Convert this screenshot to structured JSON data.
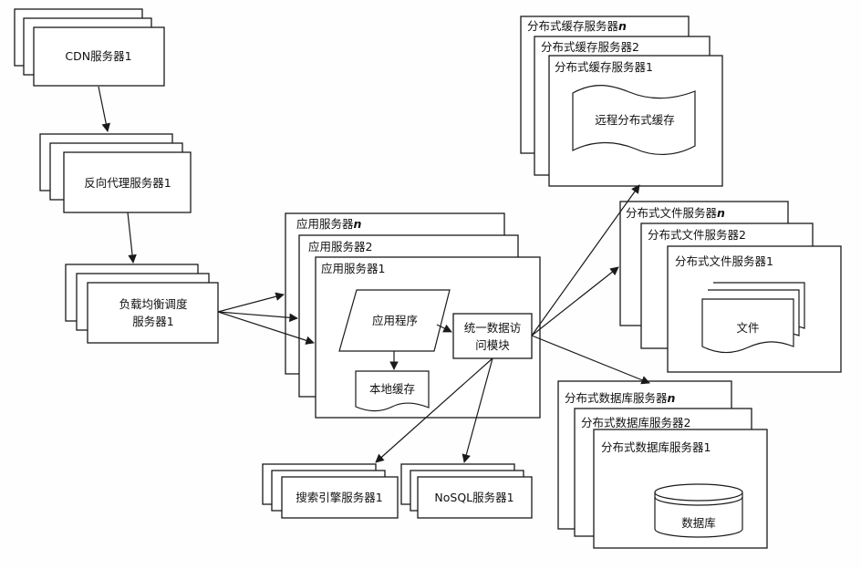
{
  "diagram": {
    "cdn": {
      "label": "CDN服务器1"
    },
    "reverse_proxy": {
      "label": "反向代理服务器1"
    },
    "load_balancer": {
      "line1": "负载均衡调度",
      "line2": "服务器1"
    },
    "app_server": {
      "title_n": "应用服务器",
      "n_suffix": "n",
      "title_2": "应用服务器2",
      "title_1": "应用服务器1",
      "program": "应用程序",
      "local_cache": "本地缓存",
      "data_access_line1": "统一数据访",
      "data_access_line2": "问模块"
    },
    "cache_server": {
      "title_n": "分布式缓存服务器",
      "n_suffix": "n",
      "title_2": "分布式缓存服务器2",
      "title_1": "分布式缓存服务器1",
      "content": "远程分布式缓存"
    },
    "file_server": {
      "title_n": "分布式文件服务器",
      "n_suffix": "n",
      "title_2": "分布式文件服务器2",
      "title_1": "分布式文件服务器1",
      "content": "文件"
    },
    "db_server": {
      "title_n": "分布式数据库服务器",
      "n_suffix": "n",
      "title_2": "分布式数据库服务器2",
      "title_1": "分布式数据库服务器1",
      "content": "数据库"
    },
    "search_server": {
      "label": "搜索引擎服务器1"
    },
    "nosql_server": {
      "label": "NoSQL服务器1"
    }
  }
}
